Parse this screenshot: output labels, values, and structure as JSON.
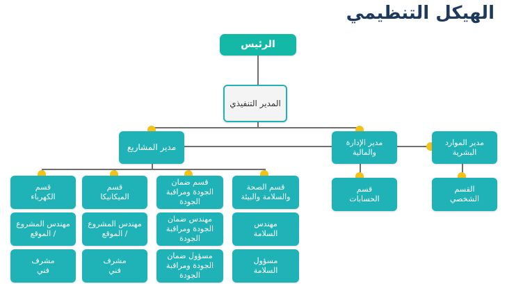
{
  "title": "الهيكل التنظيمي",
  "nodes": {
    "president": "الرئيس",
    "ceo": "المدير التنفيذي",
    "projects_manager": "مدير المشاريع",
    "admin_finance_manager": "مدير الإدارة والمالية",
    "hr_manager": "مدير الموارد البشرية",
    "accounts_dept": "قسم الحسابات",
    "personnel_dept": "القسم الشخصي",
    "health_safety_env_dept": "قسم الصحة والسلامة والبيئة",
    "safety_engineer": "مهندس السلامة",
    "safety_officer": "مسؤول السلامة",
    "qa_qc_dept": "قسم ضمان الجودة ومراقبة الجودة",
    "qa_qc_engineer": "مهندس ضمان الجودة ومراقبة الجودة",
    "qa_qc_officer": "مسؤول ضمان الجودة ومراقبة الجودة",
    "mechanical_dept": "قسم الميكانيكا",
    "mech_project_site_engineer": "مهندس المشروع / الموقع",
    "mech_technical_supervisor": "مشرف فني",
    "electrical_dept": "قسم الكهرباء",
    "elec_project_site_engineer": "مهندس المشروع / الموقع",
    "elec_technical_supervisor": "مشرف فني"
  },
  "colors": {
    "box": "#1fb3b7",
    "top_box": "#14b8a6",
    "connector_dot": "#f2c21b",
    "title": "#1d3a5c"
  }
}
